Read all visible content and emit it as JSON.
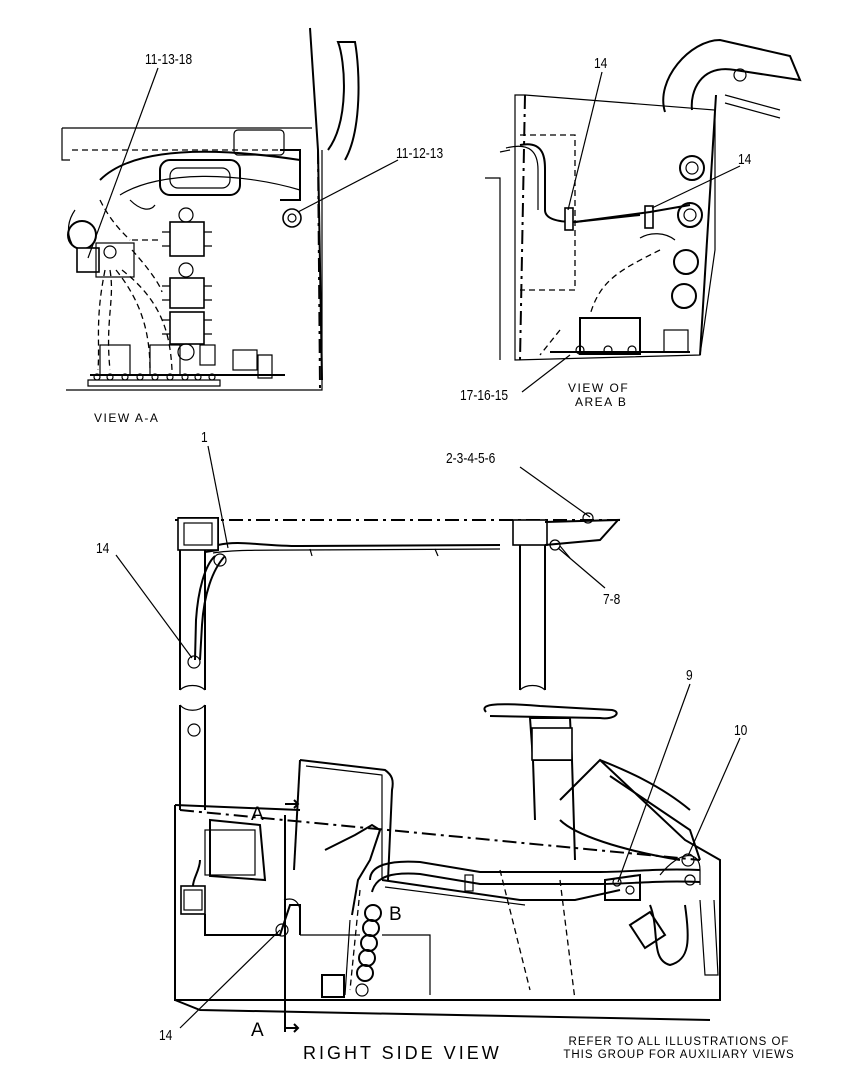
{
  "views": {
    "view_aa": {
      "caption": "VIEW A-A",
      "callouts": [
        "11-13-18",
        "11-12-13"
      ]
    },
    "view_area_b": {
      "caption_line1": "VIEW OF",
      "caption_line2": "AREA B",
      "callouts": [
        "14",
        "14",
        "17-16-15"
      ]
    },
    "right_side_view": {
      "title": "RIGHT SIDE VIEW",
      "callouts": [
        "1",
        "2-3-4-5-6",
        "14",
        "7-8",
        "9",
        "10",
        "14"
      ],
      "section_marks": [
        "A",
        "A"
      ],
      "area_mark": "B"
    }
  },
  "note": {
    "line1": "REFER TO ALL ILLUSTRATIONS OF",
    "line2": "THIS GROUP FOR AUXILIARY VIEWS"
  }
}
